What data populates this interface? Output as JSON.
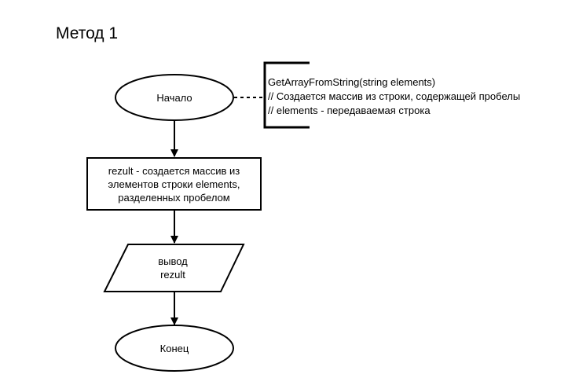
{
  "page": {
    "title": "Метод 1"
  },
  "flowchart": {
    "start": {
      "shape": "ellipse",
      "text": "Начало"
    },
    "process": {
      "shape": "rectangle",
      "lines": [
        "rezult - создается массив из",
        "элементов строки elements,",
        "разделенных пробелом"
      ]
    },
    "output": {
      "shape": "parallelogram",
      "lines": [
        "вывод",
        "rezult"
      ]
    },
    "end": {
      "shape": "ellipse",
      "text": "Конец"
    },
    "annotation": {
      "shape": "bracket-comment",
      "connector": "dashed",
      "lines": [
        "GetArrayFromString(string elements)",
        "// Создается массив из строки, содержащей пробелы",
        "// elements - передаваемая строка"
      ]
    },
    "colors": {
      "stroke": "#000000",
      "fill": "#ffffff",
      "text": "#000000"
    }
  }
}
